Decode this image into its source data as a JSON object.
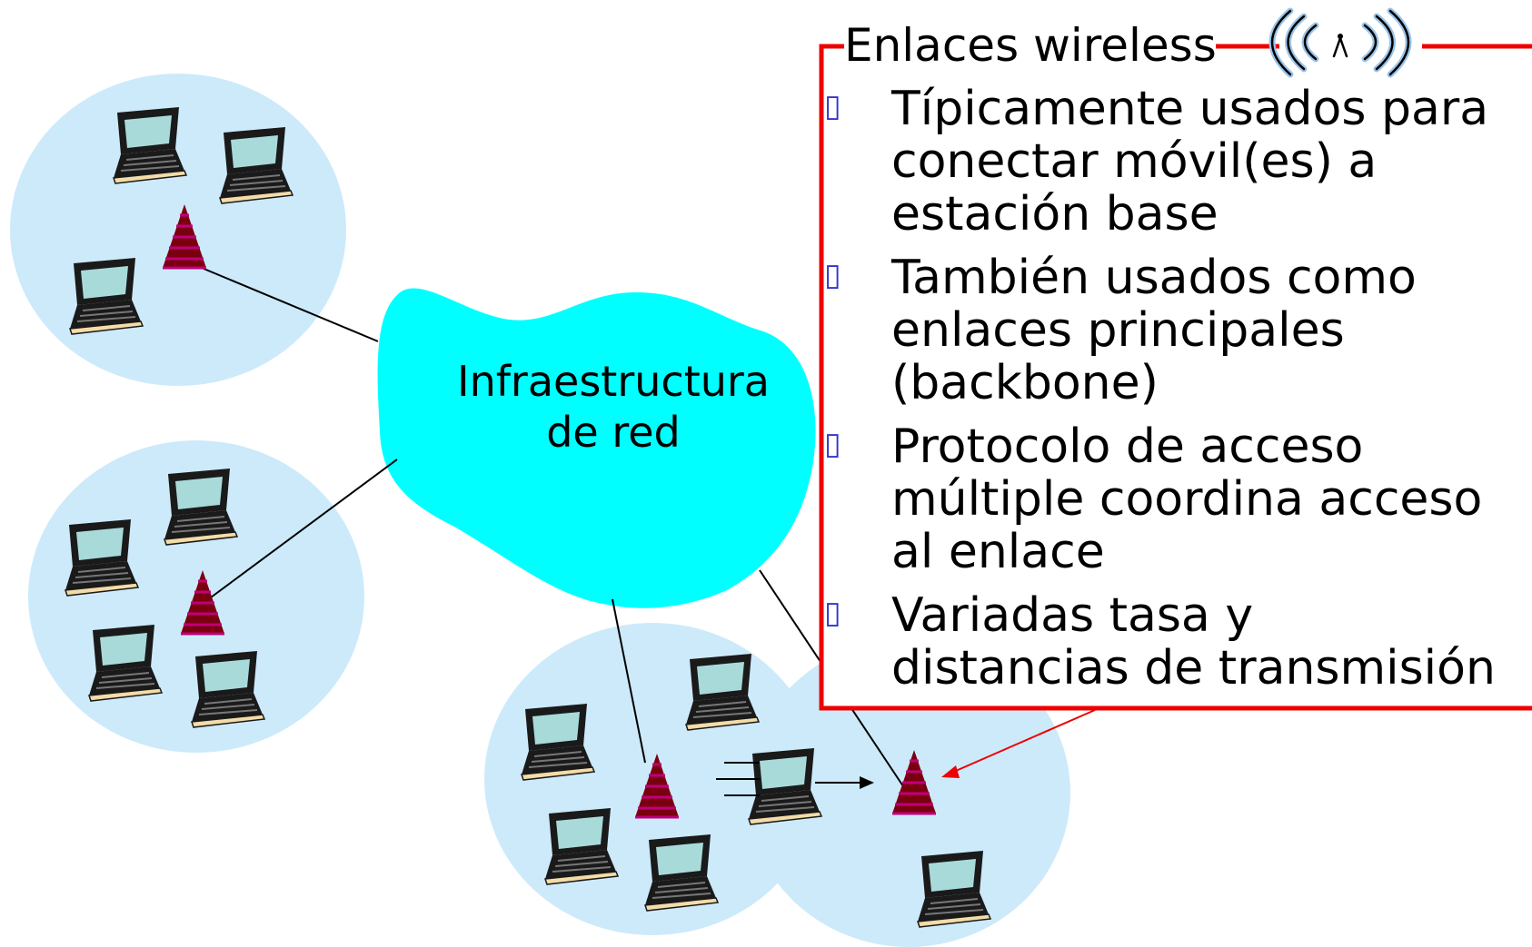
{
  "cloud": {
    "line1": "Infraestructura",
    "line2": "de red"
  },
  "callout": {
    "title": "Enlaces wireless",
    "icon": "wireless-signal-icon",
    "bullet_glyph": "▯",
    "bullets": [
      {
        "lines": [
          "Típicamente usados para",
          "conectar móvil(es) a",
          "estación base"
        ]
      },
      {
        "lines": [
          "También usados como",
          "enlaces principales",
          "(backbone)"
        ]
      },
      {
        "lines": [
          "Protocolo de acceso",
          "múltiple coordina acceso",
          "al enlace"
        ]
      },
      {
        "lines": [
          "Variadas tasa y",
          "distancias de transmisión"
        ]
      }
    ]
  },
  "colors": {
    "cell": "#cdeafb",
    "cloud": "#00ffff",
    "callout_border": "#ee0000",
    "tower": "#7a0010",
    "tower_stripe": "#c0007a",
    "laptop_screen": "#a9dada",
    "laptop_body": "#1a1a1a",
    "laptop_base": "#f4dca8",
    "bullet": "#3333cc"
  }
}
